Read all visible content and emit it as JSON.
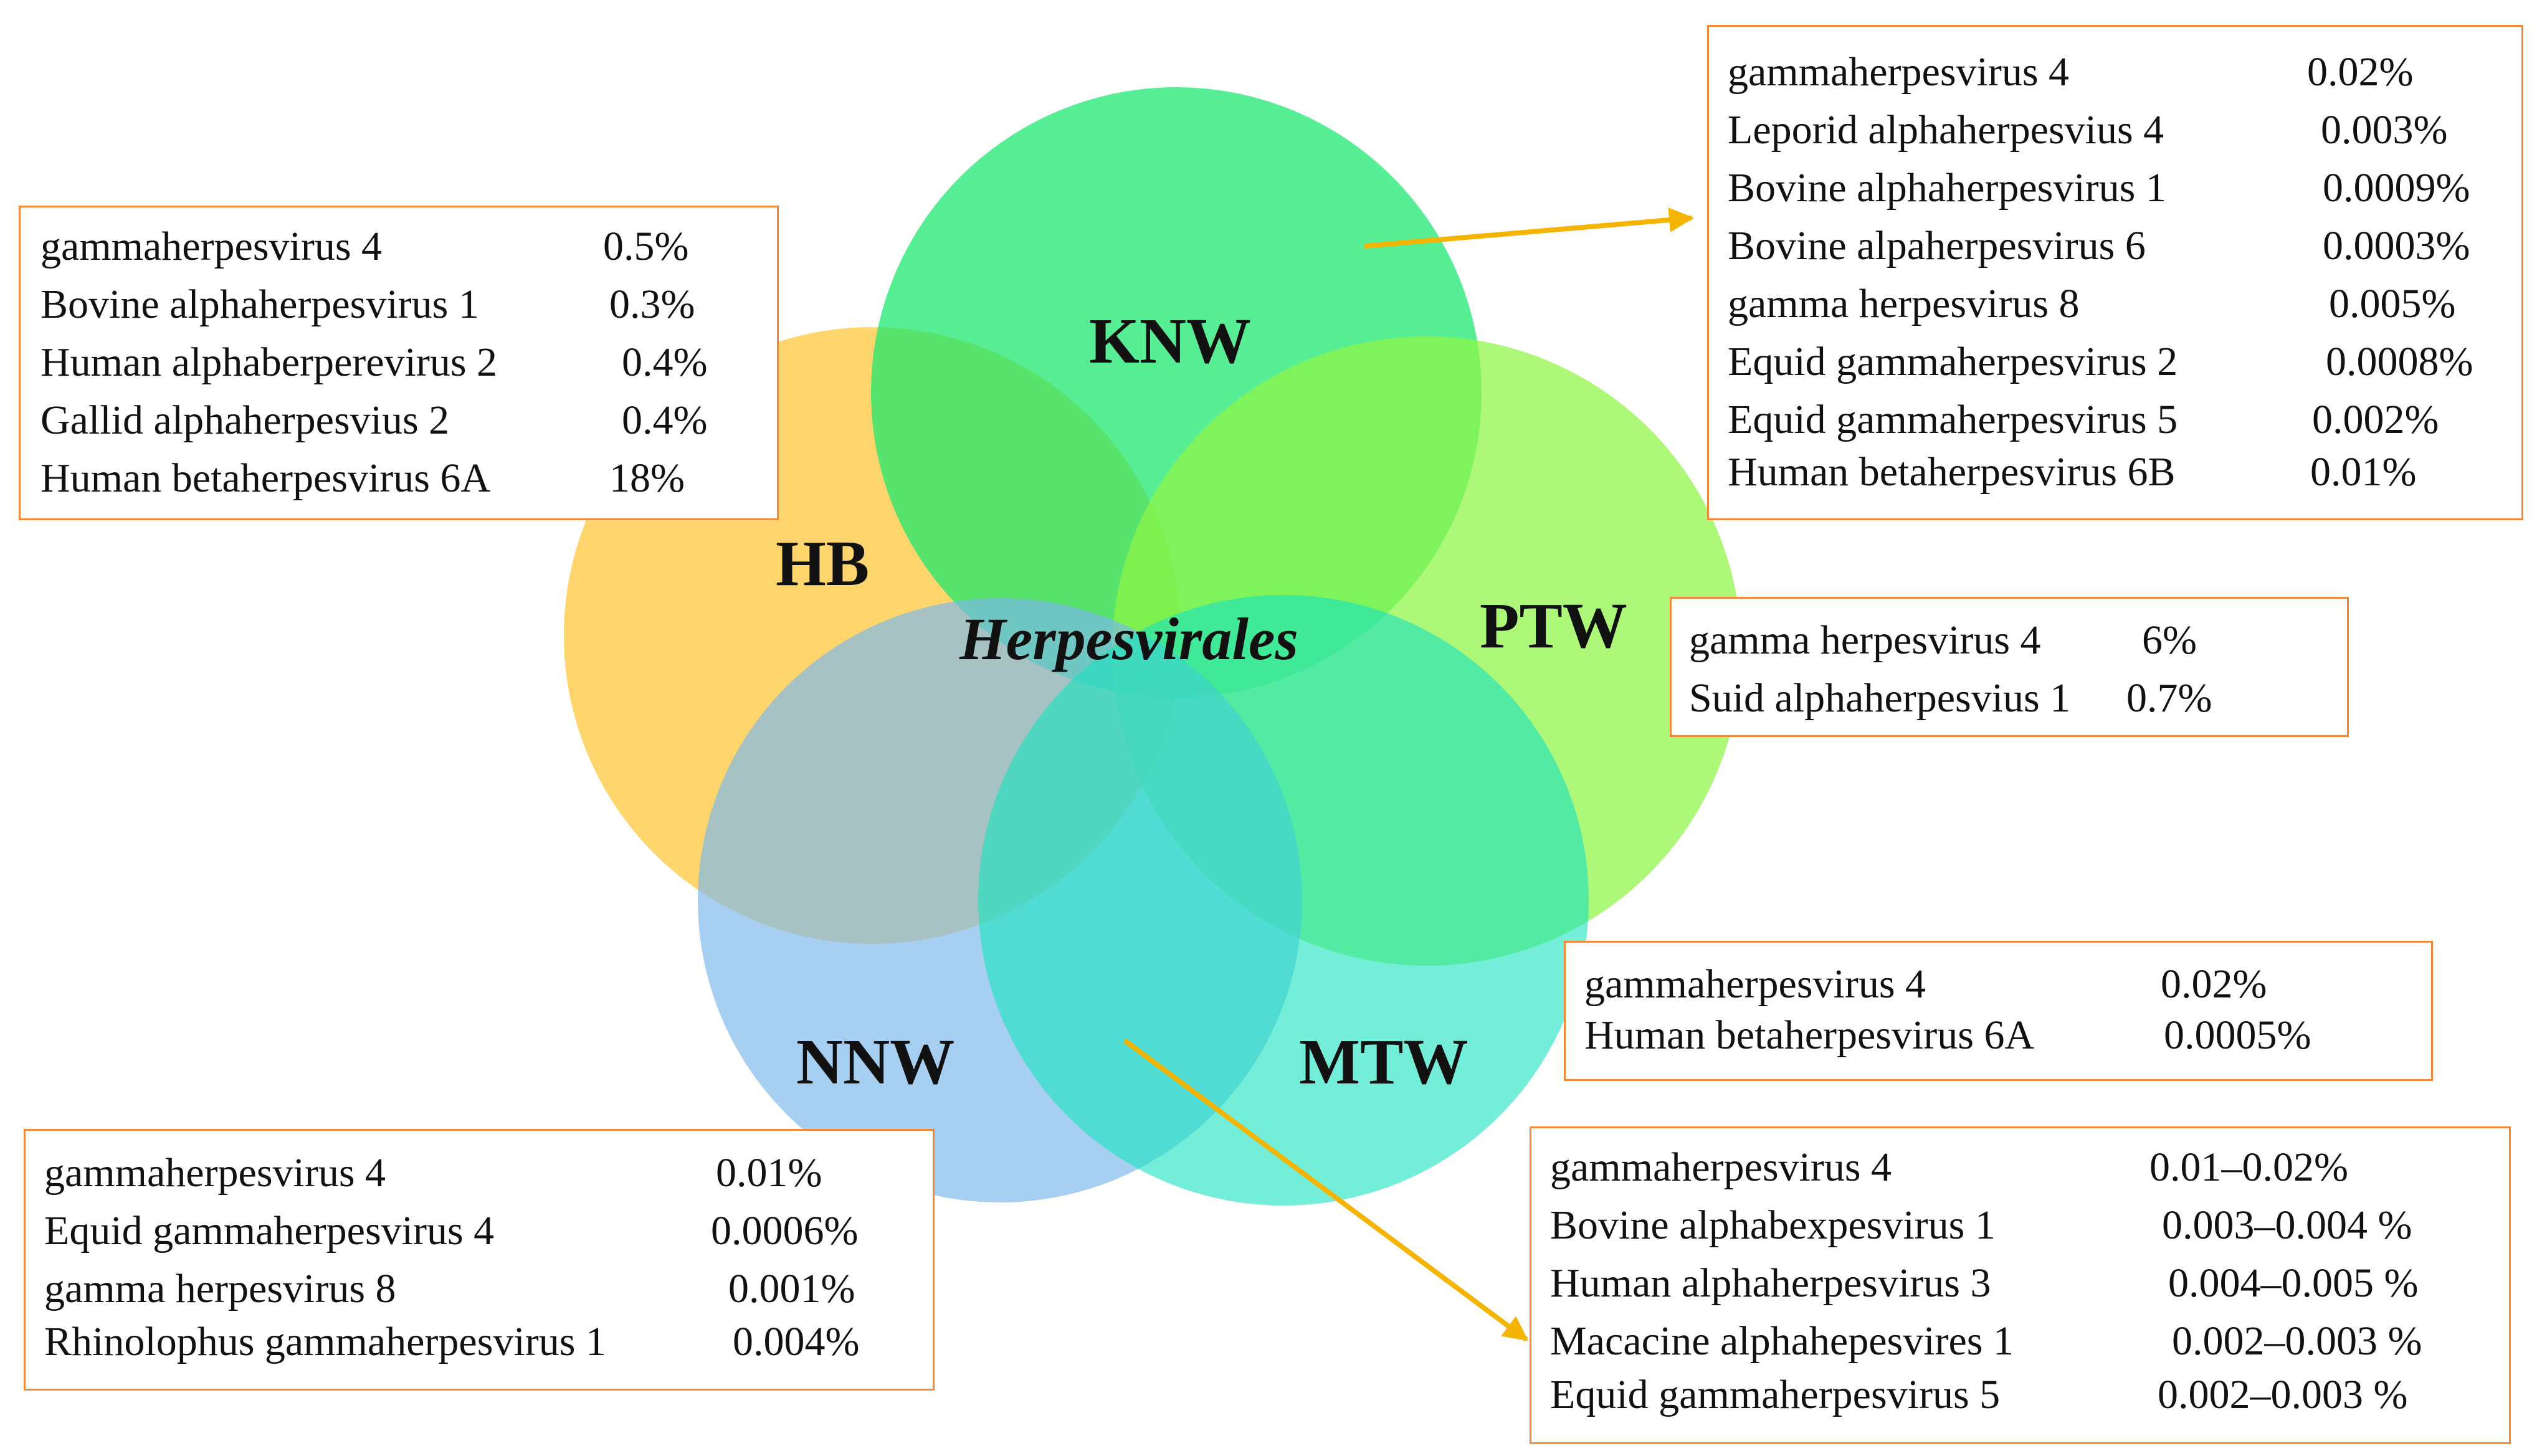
{
  "center_label": "Herpesvirales",
  "circles": [
    {
      "label": "HB",
      "color": "#ffc83d"
    },
    {
      "label": "KNW",
      "color": "#17e86e"
    },
    {
      "label": "PTW",
      "color": "#8ef545"
    },
    {
      "label": "NNW",
      "color": "#7cb8ea"
    },
    {
      "label": "MTW",
      "color": "#17e2c0"
    }
  ],
  "arrow_color": "#f4b400",
  "box_border_color": "#f08a3a",
  "boxes": {
    "hb": [
      {
        "name": "gammaherpesvirus 4",
        "pct": "0.5%"
      },
      {
        "name": "Bovine alphaherpesvirus 1",
        "pct": "0.3%"
      },
      {
        "name": "Human alphaberperevirus 2",
        "pct": "0.4%"
      },
      {
        "name": "Gallid alphaherpesvius 2",
        "pct": "0.4%"
      },
      {
        "name": "Human betaherpesvirus 6A",
        "pct": "18%"
      }
    ],
    "knw": [
      {
        "name": "gammaherpesvirus 4",
        "pct": "0.02%"
      },
      {
        "name": "Leporid alphaherpesvius 4",
        "pct": "0.003%"
      },
      {
        "name": "Bovine alphaherpesvirus 1",
        "pct": "0.0009%"
      },
      {
        "name": "Bovine alpaherpesvirus 6",
        "pct": "0.0003%"
      },
      {
        "name": "gamma herpesvirus 8",
        "pct": "0.005%"
      },
      {
        "name": "Equid gammaherpesvirus 2",
        "pct": "0.0008%"
      },
      {
        "name": "Equid gammaherpesvirus 5",
        "pct": "0.002%"
      },
      {
        "name": "Human betaherpesvirus 6B",
        "pct": "0.01%"
      }
    ],
    "ptw": [
      {
        "name": "gamma herpesvirus 4",
        "pct": "6%"
      },
      {
        "name": "Suid alphaherpesvius 1",
        "pct": "0.7%"
      }
    ],
    "mtw": [
      {
        "name": "gammaherpesvirus 4",
        "pct": "0.02%"
      },
      {
        "name": "Human betaherpesvirus 6A",
        "pct": "0.0005%"
      }
    ],
    "nnw": [
      {
        "name": "gammaherpesvirus 4",
        "pct": "0.01%"
      },
      {
        "name": "Equid gammaherpesvirus 4",
        "pct": "0.0006%"
      },
      {
        "name": "gamma herpesvirus 8",
        "pct": "0.001%"
      },
      {
        "name": "Rhinolophus gammaherpesvirus 1",
        "pct": "0.004%"
      }
    ],
    "shared": [
      {
        "name": "gammaherpesvirus 4",
        "pct": "0.01–0.02%"
      },
      {
        "name": "Bovine alphabexpesvirus 1",
        "pct": "0.003–0.004  %"
      },
      {
        "name": "Human alphaherpesvirus 3",
        "pct": "0.004–0.005 %"
      },
      {
        "name": "Macacine alphahepesvires 1",
        "pct": "0.002–0.003 %"
      },
      {
        "name": "Equid gammaherpesvirus 5",
        "pct": "0.002–0.003 %"
      }
    ]
  }
}
